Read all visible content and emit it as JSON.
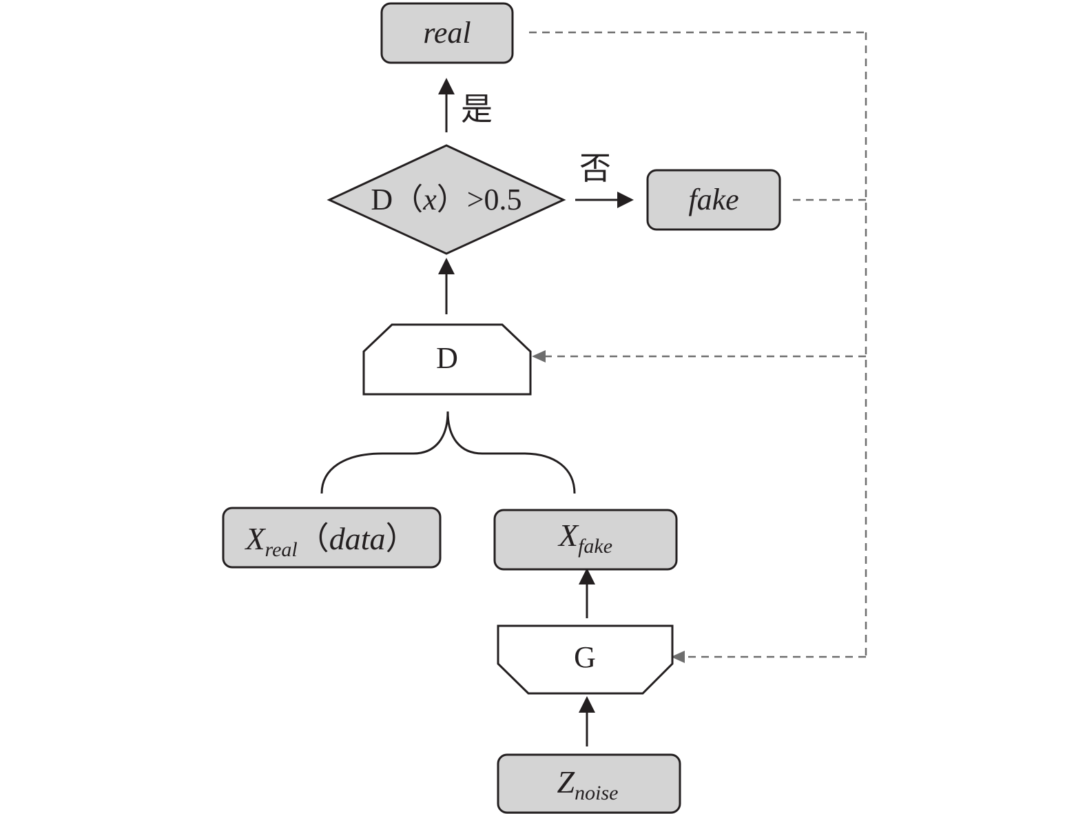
{
  "nodes": {
    "real": {
      "text": "real"
    },
    "fake": {
      "text": "fake"
    },
    "decision": {
      "prefix": "D",
      "open": "（",
      "var": "x",
      "close": "）",
      "suffix": ">0.5"
    },
    "discriminator": {
      "text": "D"
    },
    "generator": {
      "text": "G"
    },
    "x_real": {
      "main": "X",
      "sub": "real",
      "open": "（",
      "arg": "data",
      "close": "）"
    },
    "x_fake": {
      "main": "X",
      "sub": "fake"
    },
    "z_noise": {
      "main": "Z",
      "sub": "noise"
    }
  },
  "edges": {
    "yes_label": "是",
    "no_label": "否"
  },
  "colors": {
    "node_fill": "#d4d4d4",
    "stroke": "#231f20",
    "dashed": "#6d6d6d"
  }
}
